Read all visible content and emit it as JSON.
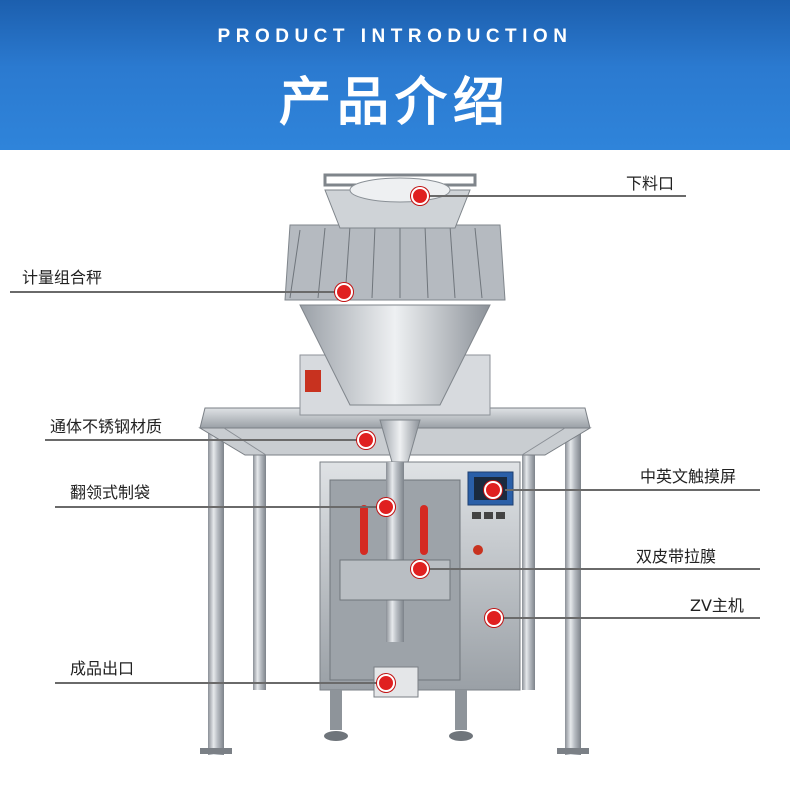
{
  "banner": {
    "title_en": "PRODUCT INTRODUCTION",
    "title_cn": "产品介绍"
  },
  "callouts": [
    {
      "id": "hopper",
      "label": "下料口"
    },
    {
      "id": "weigher",
      "label": "计量组合秤"
    },
    {
      "id": "steel",
      "label": "通体不锈钢材质"
    },
    {
      "id": "former",
      "label": "翻领式制袋"
    },
    {
      "id": "touchscreen",
      "label": "中英文触摸屏"
    },
    {
      "id": "belts",
      "label": "双皮带拉膜"
    },
    {
      "id": "main",
      "label": "ZV主机"
    },
    {
      "id": "outlet",
      "label": "成品出口"
    }
  ],
  "colors": {
    "banner": "#2b7ad0",
    "marker": "#e02020",
    "leader": "#6a6a6a"
  }
}
